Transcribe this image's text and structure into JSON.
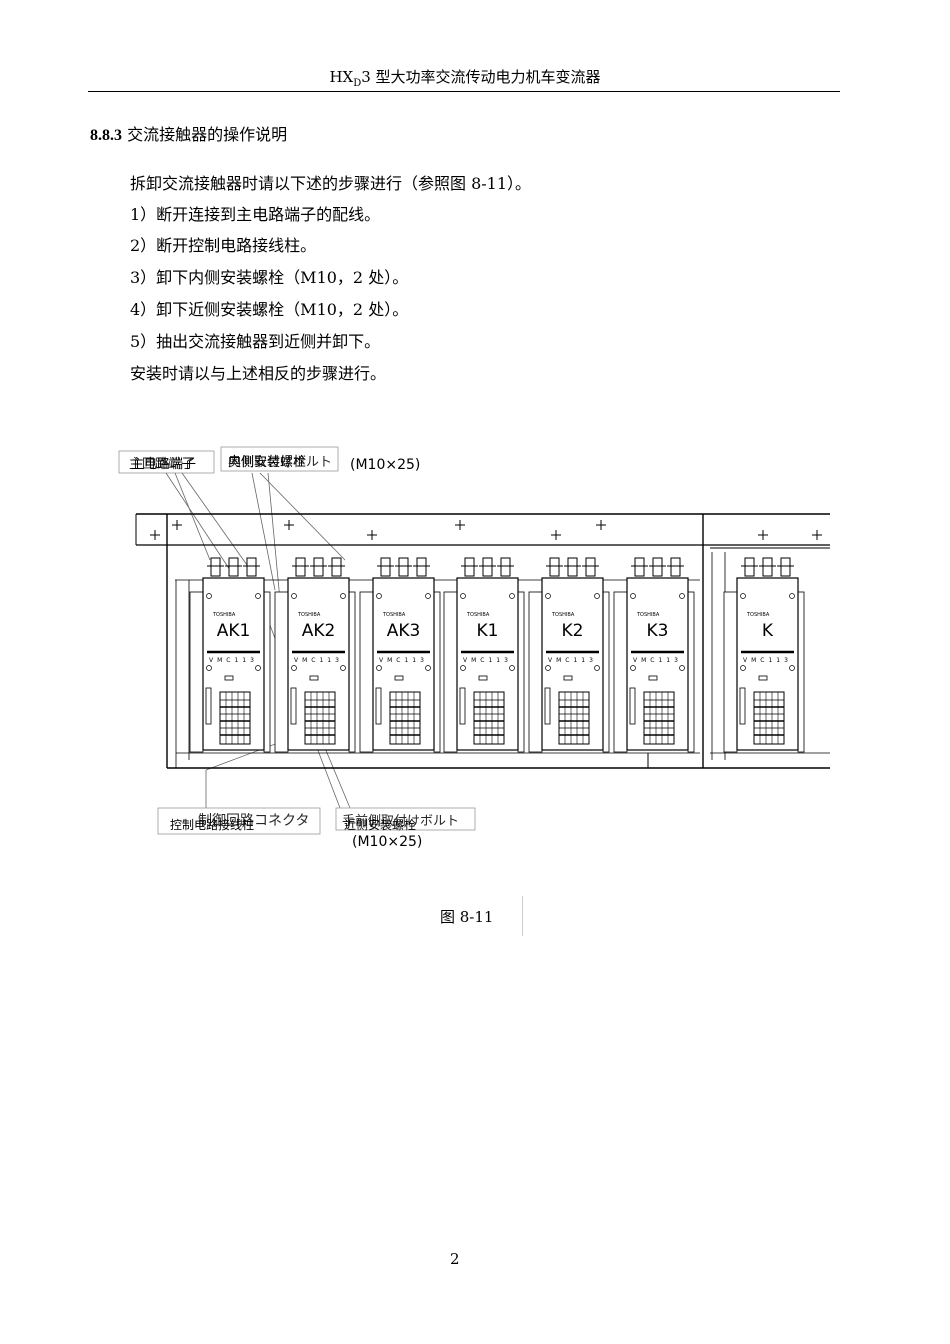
{
  "header": {
    "prefix": "HX",
    "subscript": "D",
    "rest": "3 型大功率交流传动电力机车变流器"
  },
  "section": {
    "number": "8.8.3",
    "title": " 交流接触器的操作说明"
  },
  "paragraphs": [
    "拆卸交流接触器时请以下述的步骤进行（参照图 8-11）。",
    "1）断开连接到主电路端子的配线。",
    "2）断开控制电路接线柱。",
    "3）卸下内侧安装螺栓（M10，2 处）。",
    "4）卸下近侧安装螺栓（M10，2 处）。",
    "5）抽出交流接触器到近侧并卸下。",
    "安装时请以与上述相反的步骤进行。"
  ],
  "figure": {
    "callouts": {
      "main_terminal": {
        "front": "主回路端子",
        "back": "主电路端子"
      },
      "inner_bolt": {
        "front": "奥側取付けボルト",
        "back": "内侧安装螺栓"
      },
      "inner_bolt_spec": "(M10×25)",
      "control_connector": {
        "front": "制御回路コネクタ",
        "back": "控制电路接线柱"
      },
      "near_bolt": {
        "front": "手前側取付けボルト",
        "back": "近侧安装螺栓"
      },
      "near_bolt_spec": "(M10×25)"
    },
    "contactors": [
      {
        "label": "AK1",
        "brand": "TOSHIBA",
        "model": "VMC113"
      },
      {
        "label": "AK2",
        "brand": "TOSHIBA",
        "model": "VMC113"
      },
      {
        "label": "AK3",
        "brand": "TOSHIBA",
        "model": "VMC113"
      },
      {
        "label": "K1",
        "brand": "TOSHIBA",
        "model": "VMC113"
      },
      {
        "label": "K2",
        "brand": "TOSHIBA",
        "model": "VMC113"
      },
      {
        "label": "K3",
        "brand": "TOSHIBA",
        "model": "VMC113"
      },
      {
        "label": "K",
        "brand": "TOSHIBA",
        "model": "VMC113"
      }
    ]
  },
  "caption": "图 8-11",
  "page_number": "2"
}
